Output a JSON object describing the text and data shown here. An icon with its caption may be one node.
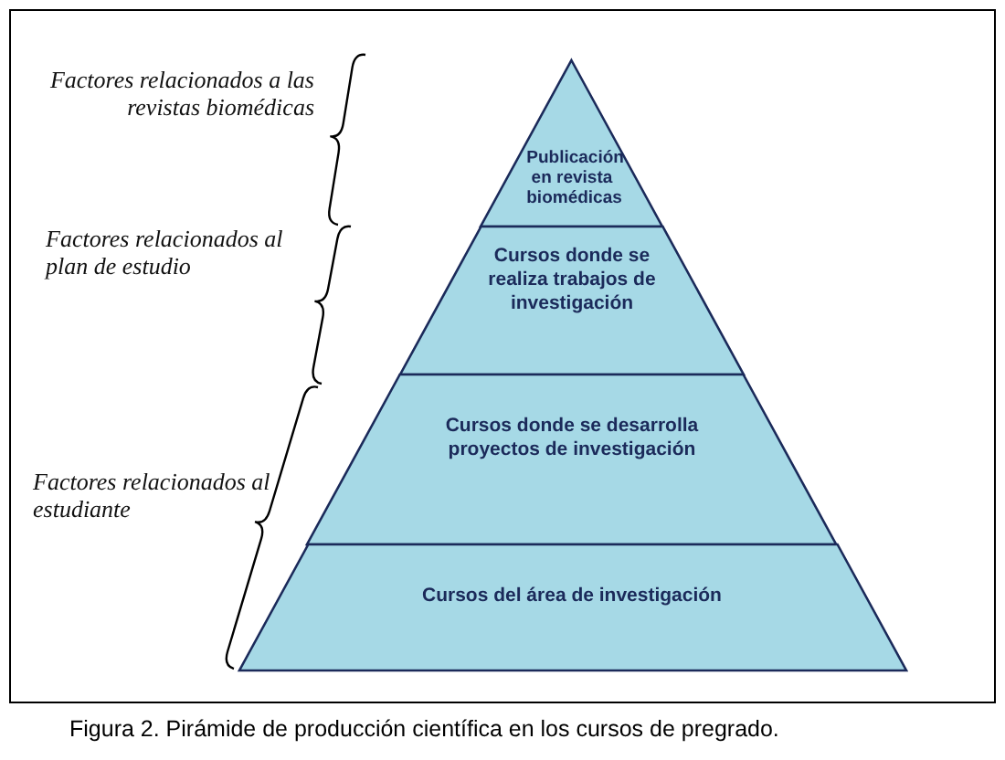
{
  "diagram": {
    "caption": "Figura 2. Pirámide de producción científica en los cursos de pregrado.",
    "nodes": [
      {
        "text": [
          "Publicación en revista biomédicas"
        ]
      },
      {
        "text": [
          "Cursos donde se realiza trabajos de investigación"
        ]
      },
      {
        "text": [
          "Cursos donde se desarrolla proyectos de investigación"
        ]
      },
      {
        "text": [
          "Cursos del área de investigación"
        ]
      }
    ],
    "labels": [
      "Factores relacionados a las revistas biomédicas",
      "Factores relacionados al plan de estudio",
      "Factores relacionados al estudiante"
    ]
  }
}
